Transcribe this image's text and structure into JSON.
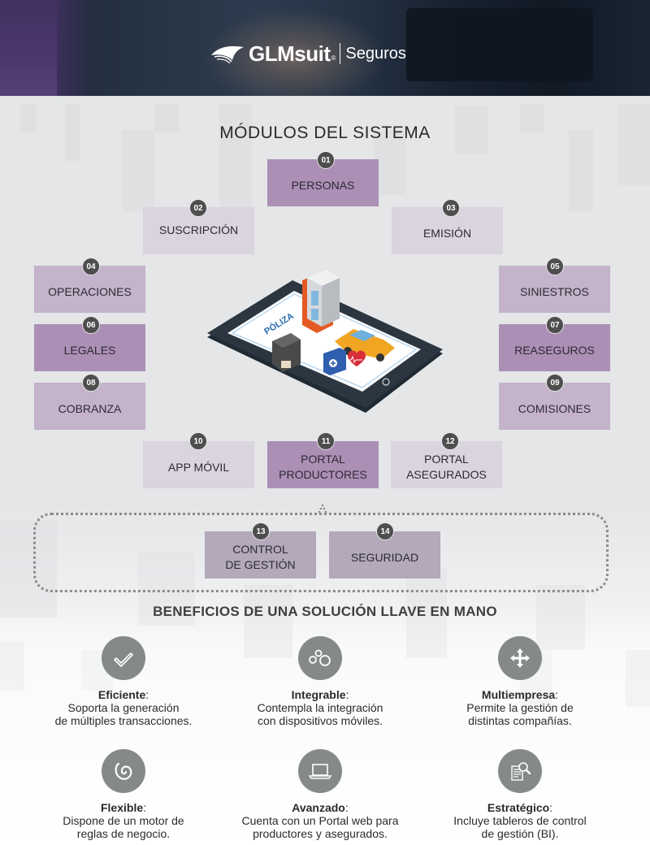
{
  "header": {
    "brand": "GLMsuit",
    "brand_reg": "®",
    "brand_sub": "Seguros"
  },
  "modules_section": {
    "title": "MÓDULOS DEL SISTEMA",
    "tablet_label": "PÓLIZA",
    "modules": [
      {
        "number": "01",
        "label": "PERSONAS"
      },
      {
        "number": "02",
        "label": "SUSCRIPCIÓN"
      },
      {
        "number": "03",
        "label": "EMISIÓN"
      },
      {
        "number": "04",
        "label": "OPERACIONES"
      },
      {
        "number": "05",
        "label": "SINIESTROS"
      },
      {
        "number": "06",
        "label": "LEGALES"
      },
      {
        "number": "07",
        "label": "REASEGUROS"
      },
      {
        "number": "08",
        "label": "COBRANZA"
      },
      {
        "number": "09",
        "label": "COMISIONES"
      },
      {
        "number": "10",
        "label": "APP MÓVIL"
      },
      {
        "number": "11",
        "label_line1": "PORTAL",
        "label_line2": "PRODUCTORES"
      },
      {
        "number": "12",
        "label_line1": "PORTAL",
        "label_line2": "ASEGURADOS"
      },
      {
        "number": "13",
        "label_line1": "CONTROL",
        "label_line2": "DE GESTIÓN"
      },
      {
        "number": "14",
        "label": "SEGURIDAD"
      }
    ]
  },
  "benefits_section": {
    "title": "BENEFICIOS DE UNA SOLUCIÓN LLAVE EN MANO",
    "items": [
      {
        "icon": "checkmark-icon",
        "title": "Eficiente",
        "colon": ":",
        "line1": "Soporta la generación",
        "line2": "de múltiples transacciones."
      },
      {
        "icon": "integration-icon",
        "title": "Integrable",
        "colon": ":",
        "line1": "Contempla la integración",
        "line2": "con dispositivos móviles."
      },
      {
        "icon": "move-arrows-icon",
        "title": "Multiempresa",
        "colon": ":",
        "line1": "Permite la gestión de",
        "line2": "distintas compañías."
      },
      {
        "icon": "spiral-icon",
        "title": "Flexible",
        "colon": ":",
        "line1": "Dispone de un motor de",
        "line2": "reglas de negocio."
      },
      {
        "icon": "laptop-icon",
        "title": "Avanzado",
        "colon": ":",
        "line1": "Cuenta con un Portal web para",
        "line2": "productores y asegurados."
      },
      {
        "icon": "document-search-icon",
        "title": "Estratégico",
        "colon": ":",
        "line1": "Incluye tableros de control",
        "line2": "de gestión (BI)."
      }
    ]
  },
  "colors": {
    "module_dark": "#ab8fb5",
    "module_mid": "#c4b3cb",
    "module_light": "#d9d4de",
    "badge": "#4e4e4e",
    "benefit_icon": "#858a89"
  }
}
